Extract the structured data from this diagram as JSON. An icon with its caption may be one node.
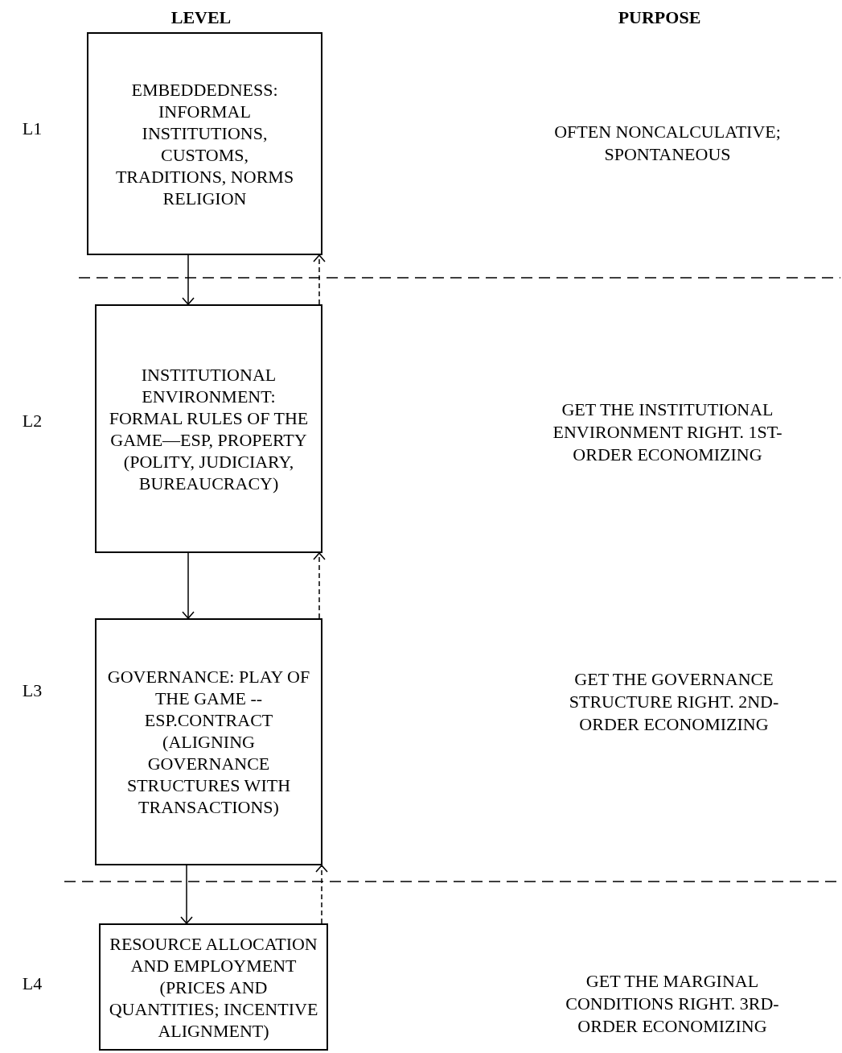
{
  "diagram": {
    "nodes": [
      {
        "text": [
          "EMBEDDEDNESS: INFORMAL INSTITUTIONS, CUSTOMS, TRADITIONS, NORMS RELIGION"
        ]
      },
      {
        "text": [
          "INSTITUTIONAL ENVIRONMENT: FORMAL RULES OF THE GAME—ESP, PROPERTY (POLITY, JUDICIARY, BUREAUCRACY)"
        ]
      },
      {
        "text": [
          "GOVERNANCE: PLAY OF THE GAME --ESP.CONTRACT (ALIGNING GOVERNANCE STRUCTURES WITH TRANSACTIONS)"
        ]
      },
      {
        "text": [
          "RESOURCE ALLOCATION AND EMPLOYMENT (PRICES AND QUANTITIES; INCENTIVE ALIGNMENT)"
        ]
      }
    ],
    "edges": [
      {
        "from": 0,
        "to": 1,
        "arrow": "to"
      },
      {
        "from": 1,
        "to": 0,
        "arrow": "to",
        "style": "dashed"
      },
      {
        "from": 1,
        "to": 2,
        "arrow": "to"
      },
      {
        "from": 2,
        "to": 1,
        "arrow": "to",
        "style": "dashed"
      },
      {
        "from": 2,
        "to": 3,
        "arrow": "to"
      },
      {
        "from": 3,
        "to": 2,
        "arrow": "to",
        "style": "dashed"
      }
    ],
    "labels": [
      "LEVEL",
      "PURPOSE",
      "L1",
      "OFTEN NONCALCULATIVE; SPONTANEOUS",
      "L2",
      "GET THE INSTITUTIONAL ENVIRONMENT RIGHT. 1ST-ORDER ECONOMIZING",
      "L3",
      "GET THE GOVERNANCE STRUCTURE RIGHT. 2ND-ORDER ECONOMIZING",
      "L4",
      "GET THE MARGINAL CONDITIONS RIGHT. 3RD-ORDER ECONOMIZING"
    ]
  }
}
